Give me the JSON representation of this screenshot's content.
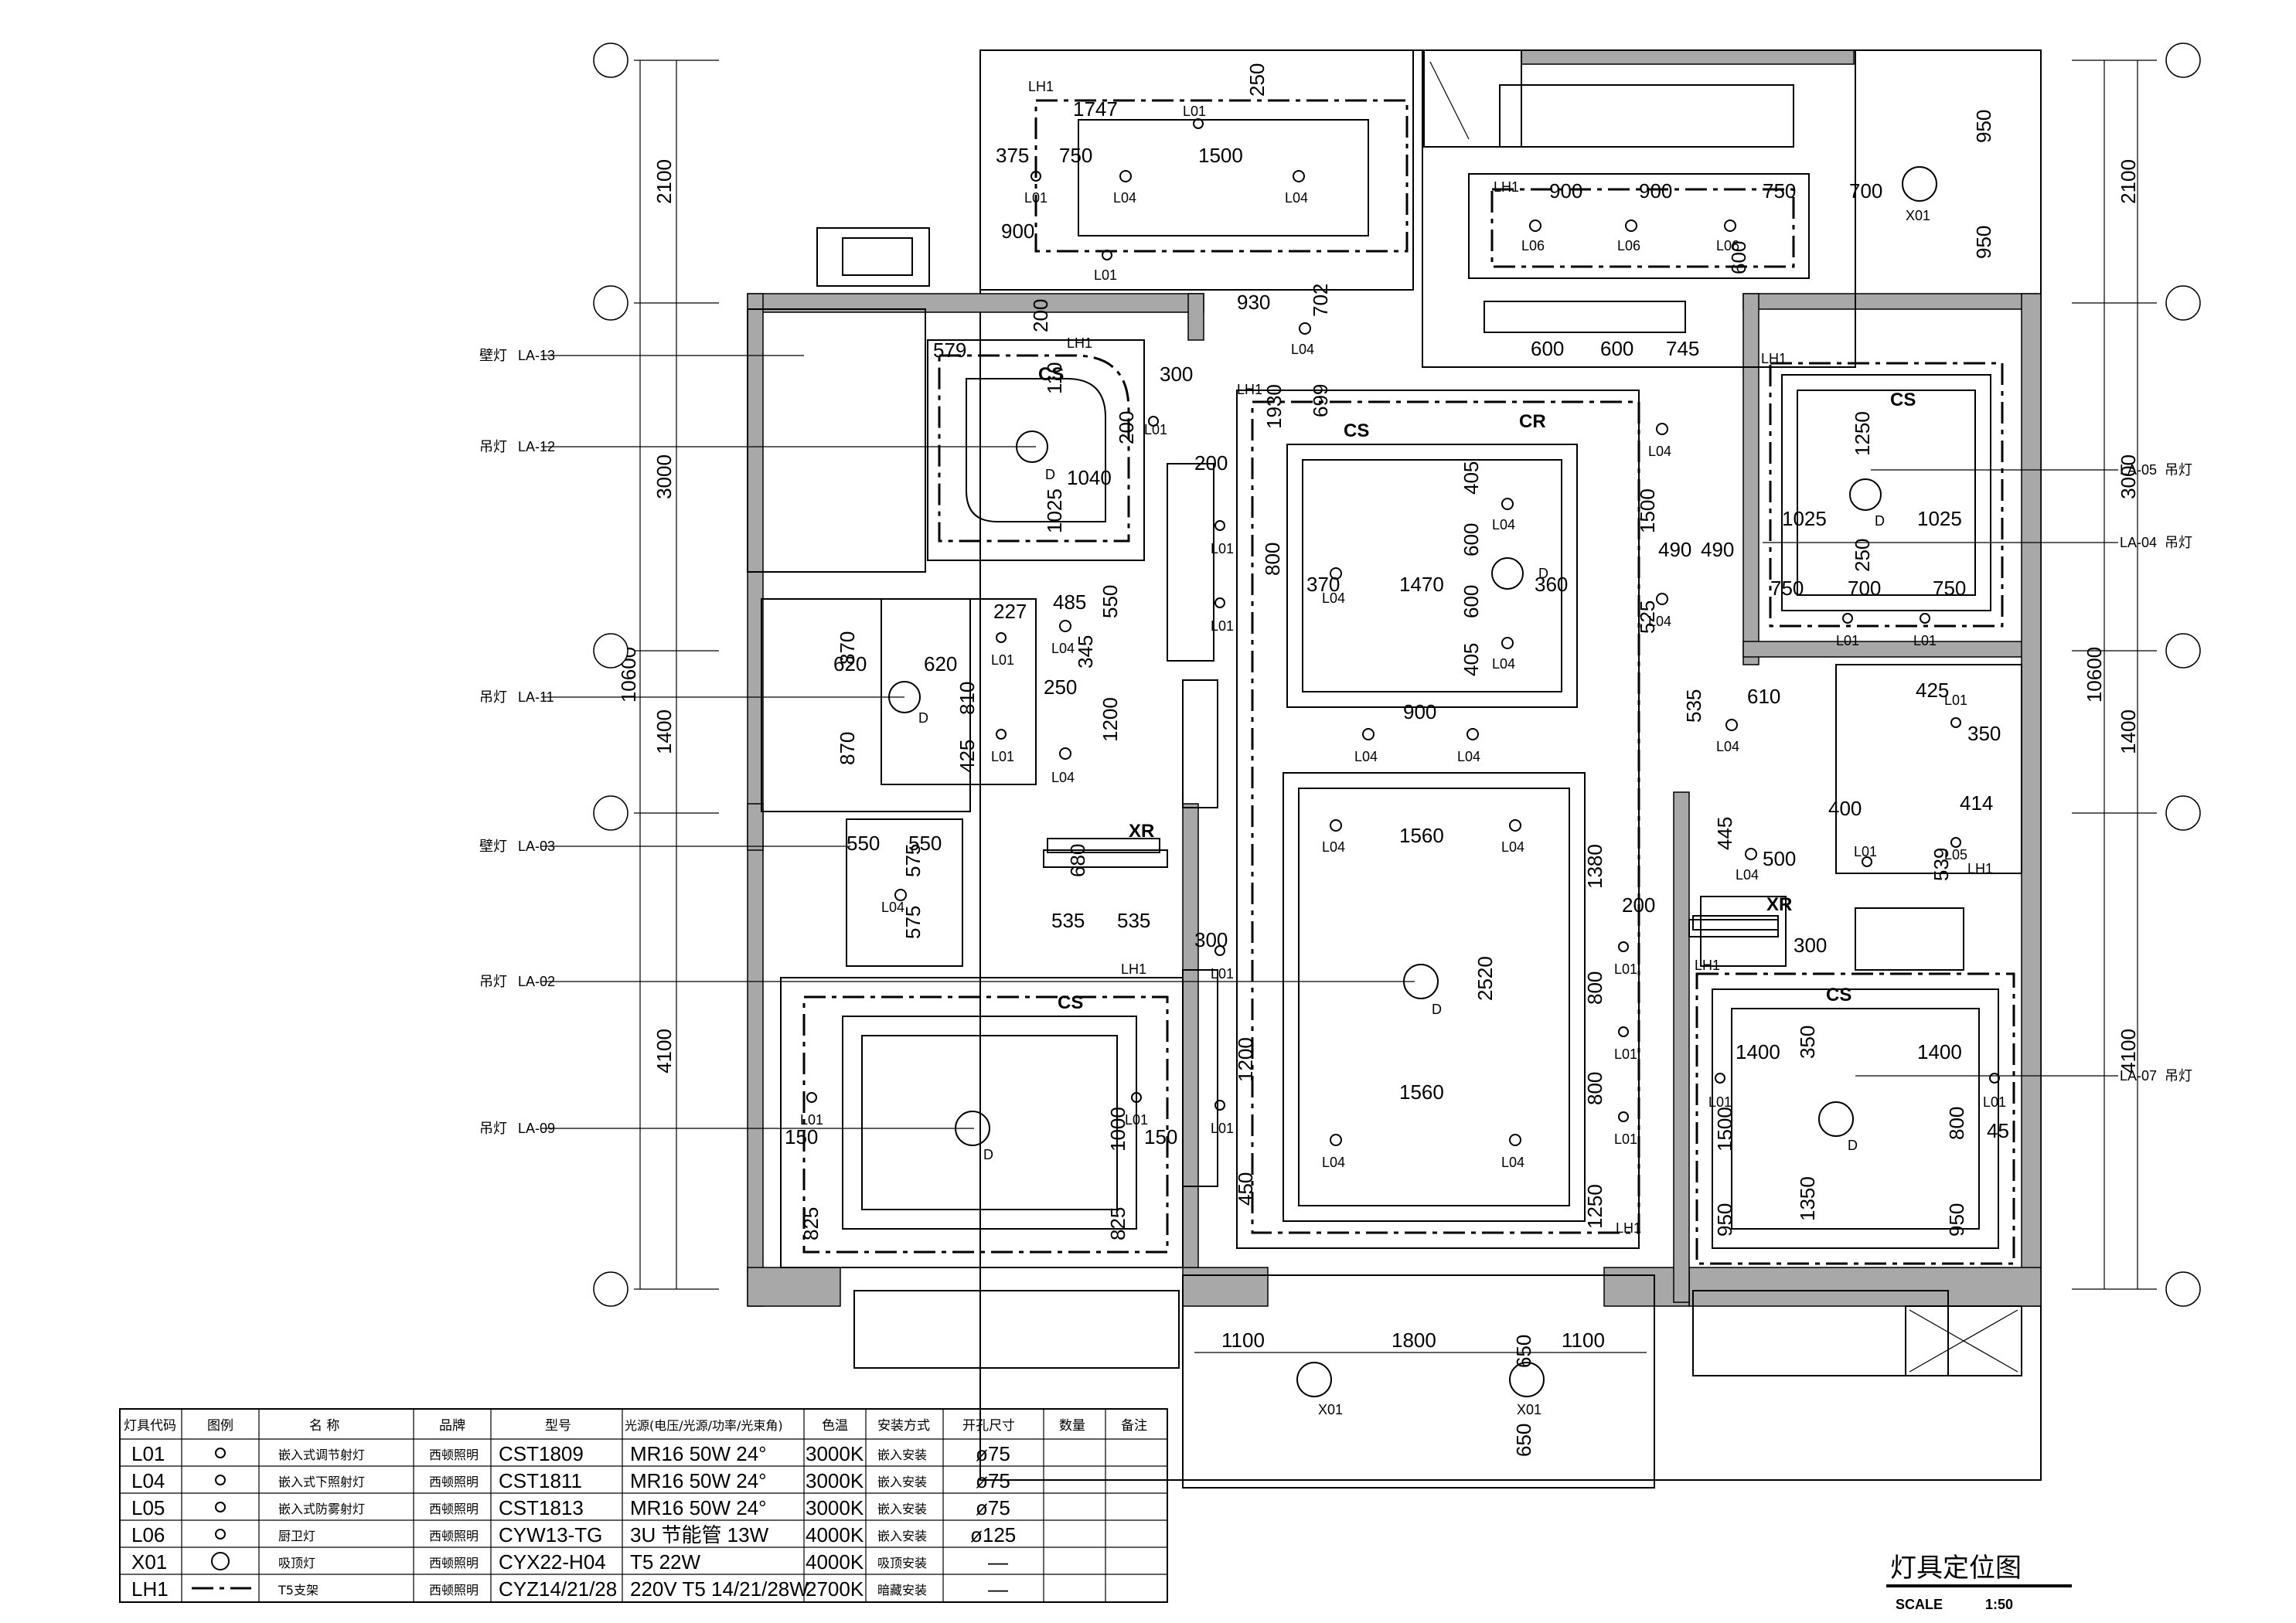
{
  "title": "灯具定位图",
  "scale": {
    "label": "SCALE",
    "value": "1:50"
  },
  "grid": {
    "left_dims": [
      "2100",
      "3000",
      "1400",
      "4100"
    ],
    "left_total": "10600",
    "right_dims": [
      "2100",
      "3000",
      "1400",
      "4100"
    ],
    "right_total": "10600"
  },
  "callouts_left": [
    {
      "prefix": "壁灯",
      "code": "LA-13"
    },
    {
      "prefix": "吊灯",
      "code": "LA-12"
    },
    {
      "prefix": "吊灯",
      "code": "LA-11"
    },
    {
      "prefix": "壁灯",
      "code": "LA-03"
    },
    {
      "prefix": "吊灯",
      "code": "LA-02"
    },
    {
      "prefix": "吊灯",
      "code": "LA-09"
    }
  ],
  "callouts_right": [
    {
      "code": "LA-05",
      "suffix": "吊灯"
    },
    {
      "code": "LA-04",
      "suffix": "吊灯"
    },
    {
      "code": "LA-07",
      "suffix": "吊灯"
    }
  ],
  "tags": {
    "l01": "L01",
    "l04": "L04",
    "l05": "L05",
    "l06": "L06",
    "x01": "X01",
    "lh1": "LH1",
    "d": "D",
    "cs": "CS",
    "cr": "CR",
    "xr": "XR"
  },
  "dims": {
    "a250": "250",
    "a1747": "1747",
    "a375": "375",
    "a750": "750",
    "a1500": "1500",
    "a900": "900",
    "b900": "900",
    "b900b": "900",
    "b750": "750",
    "b700": "700",
    "b950": "950",
    "b950b": "950",
    "b600": "600",
    "c600": "600",
    "c600b": "600",
    "c745": "745",
    "c930": "930",
    "c702": "702",
    "c699": "699",
    "c1930": "1930",
    "d579": "579",
    "d200": "200",
    "d300": "300",
    "d1040": "1040",
    "d1025": "1025",
    "d200b": "200",
    "d110": "110",
    "e800": "800",
    "e370": "370",
    "e1470": "1470",
    "e360": "360",
    "e405": "405",
    "e600": "600",
    "e600b": "600",
    "e405b": "405",
    "e900": "900",
    "e1500": "1500",
    "e525": "525",
    "e490": "490",
    "e490b": "490",
    "e200": "200",
    "f1250": "1250",
    "f1025": "1025",
    "f1025b": "1025",
    "f250": "250",
    "f750": "750",
    "f700": "700",
    "f750b": "750",
    "g620": "620",
    "g620b": "620",
    "g870": "870",
    "g810": "810",
    "g870b": "870",
    "g425": "425",
    "g227": "227",
    "g250": "250",
    "g485": "485",
    "g550": "550",
    "g345": "345",
    "g1200": "1200",
    "h535": "535",
    "h610": "610",
    "h425": "425",
    "h350": "350",
    "h400": "400",
    "h414": "414",
    "h539": "539",
    "h445": "445",
    "h500": "500",
    "h300": "300",
    "i550": "550",
    "i550b": "550",
    "i575": "575",
    "i575b": "575",
    "i680": "680",
    "i535": "535",
    "i535b": "535",
    "j1560": "1560",
    "j2520": "2520",
    "j1380": "1380",
    "j1560b": "1560",
    "j200": "200",
    "j300": "300",
    "j800": "800",
    "j800b": "800",
    "j1250": "1250",
    "j1200": "1200",
    "j450": "450",
    "k1000": "1000",
    "k150": "150",
    "k150b": "150",
    "k825": "825",
    "k825b": "825",
    "m1400": "1400",
    "m1400b": "1400",
    "m350": "350",
    "m1350": "1350",
    "m800": "800",
    "m950": "950",
    "m1500": "1500",
    "m950b": "950",
    "m45": "45",
    "n1100": "1100",
    "n1800": "1800",
    "n1100b": "1100",
    "n650": "650",
    "n650b": "650"
  },
  "table": {
    "headers": [
      "灯具代码",
      "图例",
      "名 称",
      "品牌",
      "型号",
      "光源(电压/光源/功率/光束角)",
      "色温",
      "安装方式",
      "开孔尺寸",
      "数量",
      "备注"
    ],
    "rows": [
      {
        "code": "L01",
        "name": "嵌入式调节射灯",
        "brand": "西顿照明",
        "model": "CST1809",
        "source": "MR16 50W 24°",
        "temp": "3000K",
        "install": "嵌入安装",
        "hole": "ø75",
        "qty": "",
        "note": ""
      },
      {
        "code": "L04",
        "name": "嵌入式下照射灯",
        "brand": "西顿照明",
        "model": "CST1811",
        "source": "MR16 50W 24°",
        "temp": "3000K",
        "install": "嵌入安装",
        "hole": "ø75",
        "qty": "",
        "note": ""
      },
      {
        "code": "L05",
        "name": "嵌入式防雾射灯",
        "brand": "西顿照明",
        "model": "CST1813",
        "source": "MR16 50W 24°",
        "temp": "3000K",
        "install": "嵌入安装",
        "hole": "ø75",
        "qty": "",
        "note": ""
      },
      {
        "code": "L06",
        "name": "厨卫灯",
        "brand": "西顿照明",
        "model": "CYW13-TG",
        "source": "3U 节能管 13W",
        "temp": "4000K",
        "install": "嵌入安装",
        "hole": "ø125",
        "qty": "",
        "note": ""
      },
      {
        "code": "X01",
        "name": "吸顶灯",
        "brand": "西顿照明",
        "model": "CYX22-H04",
        "source": "T5 22W",
        "temp": "4000K",
        "install": "吸顶安装",
        "hole": "—",
        "qty": "",
        "note": ""
      },
      {
        "code": "LH1",
        "name": "T5支架",
        "brand": "西顿照明",
        "model": "CYZ14/21/28",
        "source": "220V T5 14/21/28W",
        "temp": "2700K",
        "install": "暗藏安装",
        "hole": "—",
        "qty": "",
        "note": ""
      }
    ]
  }
}
